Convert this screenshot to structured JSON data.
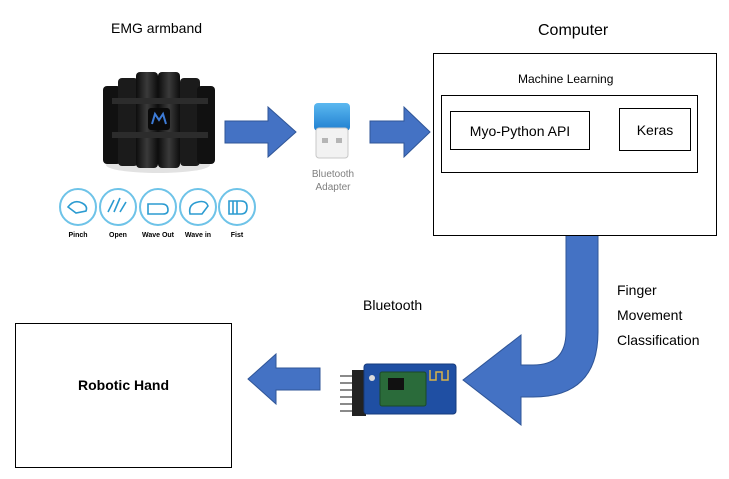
{
  "armband": {
    "title": "EMG armband",
    "gestures": [
      "Pinch",
      "Open",
      "Wave Out",
      "Wave in",
      "Fist"
    ]
  },
  "adapter": {
    "line1": "Bluetooth",
    "line2": "Adapter"
  },
  "computer": {
    "title": "Computer",
    "ml_title": "Machine Learning",
    "api_label": "Myo-Python API",
    "keras_label": "Keras"
  },
  "classification": {
    "line1": "Finger",
    "line2": "Movement",
    "line3": "Classification"
  },
  "bluetooth_label": "Bluetooth",
  "robotic_hand_label": "Robotic Hand",
  "colors": {
    "arrow_fill": "#4472C4",
    "arrow_stroke": "#2F5597",
    "armband_dark": "#1e1e1e",
    "gesture_ring": "#6ec3e8",
    "module_blue": "#1f4fa3"
  }
}
